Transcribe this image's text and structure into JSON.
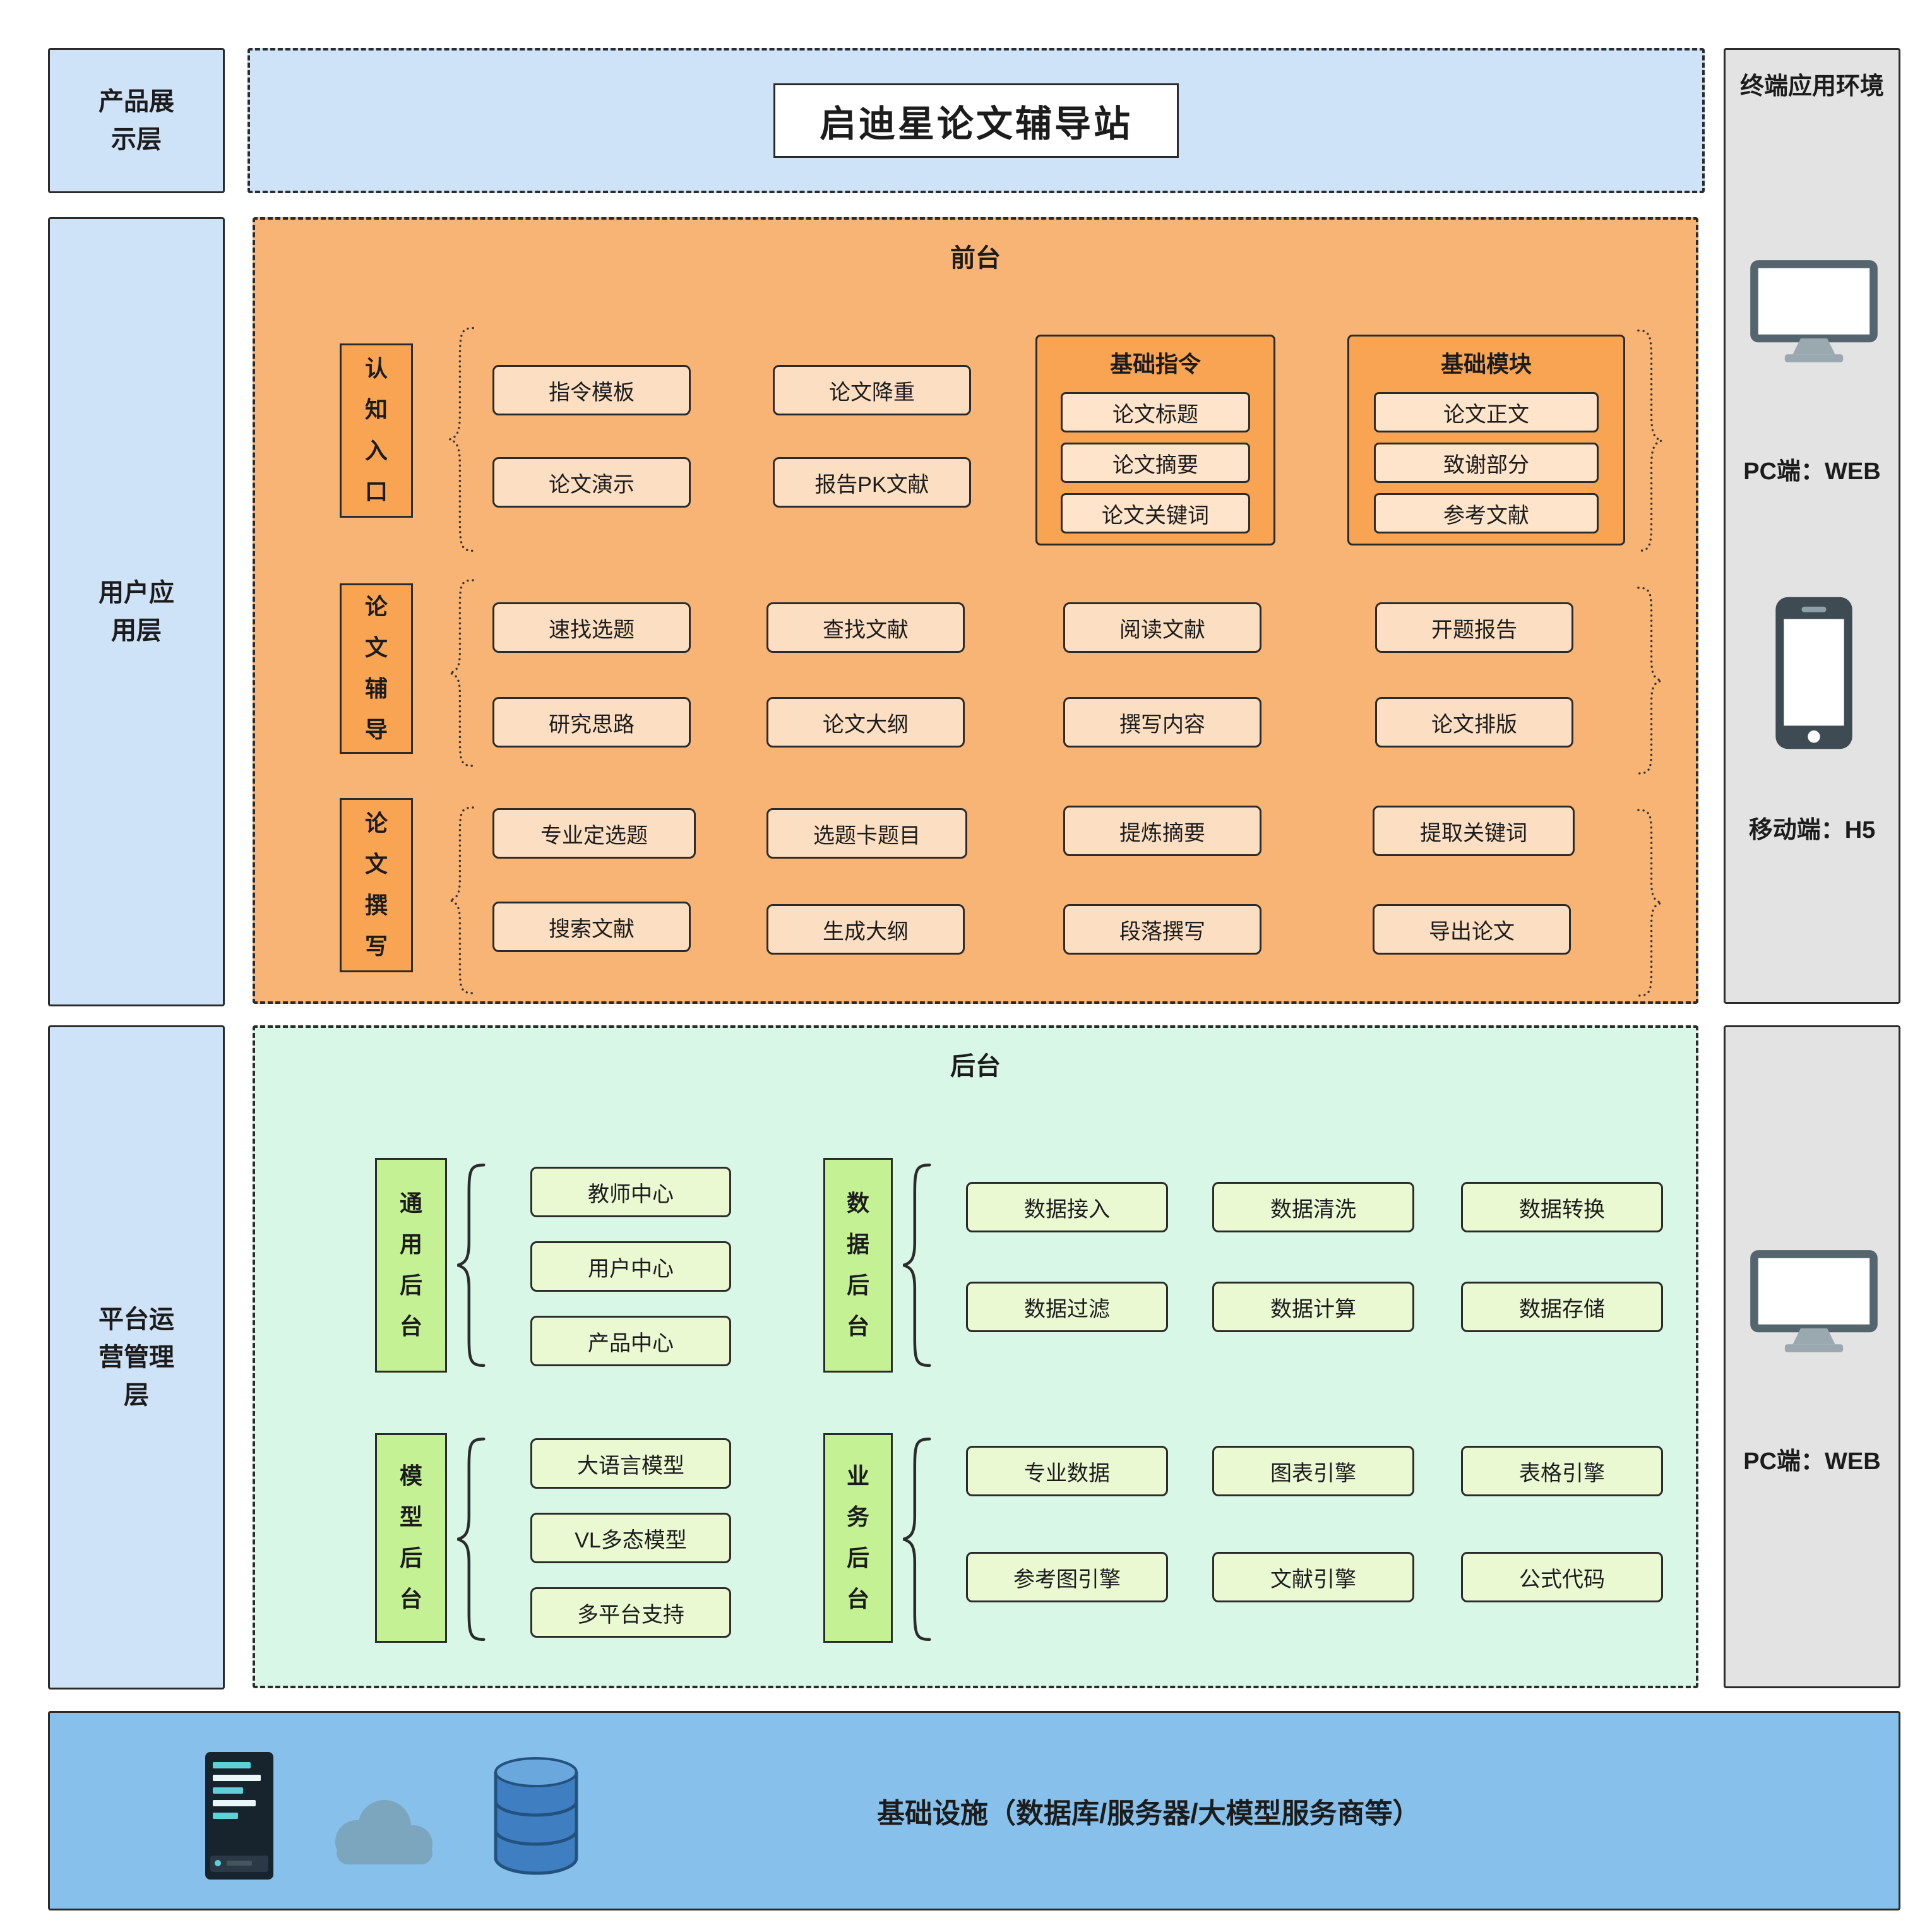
{
  "title": "启迪星论文辅导站",
  "layers": {
    "product": "产品展示层",
    "user": "用户应用层",
    "platform": "平台运营管理层"
  },
  "frontend": {
    "label": "前台",
    "rows": [
      {
        "label": "认知入口",
        "items": [
          "指令模板",
          "论文演示",
          "论文降重",
          "报告PK文献"
        ],
        "groups": [
          {
            "label": "基础指令",
            "items": [
              "论文标题",
              "论文摘要",
              "论文关键词"
            ]
          },
          {
            "label": "基础模块",
            "items": [
              "论文正文",
              "致谢部分",
              "参考文献"
            ]
          }
        ]
      },
      {
        "label": "论文辅导",
        "items": [
          "速找选题",
          "研究思路",
          "查找文献",
          "论文大纲",
          "阅读文献",
          "撰写内容",
          "开题报告",
          "论文排版"
        ]
      },
      {
        "label": "论文撰写",
        "items": [
          "专业定选题",
          "搜索文献",
          "选题卡题目",
          "生成大纲",
          "提炼摘要",
          "段落撰写",
          "提取关键词",
          "导出论文"
        ]
      }
    ]
  },
  "backend": {
    "label": "后台",
    "groups": [
      {
        "label": "通用后台",
        "items": [
          "教师中心",
          "用户中心",
          "产品中心"
        ]
      },
      {
        "label": "数据后台",
        "items": [
          "数据接入",
          "数据清洗",
          "数据转换",
          "数据过滤",
          "数据计算",
          "数据存储"
        ]
      },
      {
        "label": "模型后台",
        "items": [
          "大语言模型",
          "VL多态模型",
          "多平台支持"
        ]
      },
      {
        "label": "业务后台",
        "items": [
          "专业数据",
          "图表引擎",
          "表格引擎",
          "参考图引擎",
          "文献引擎",
          "公式代码"
        ]
      }
    ]
  },
  "terminal": {
    "title": "终端应用环境",
    "pc_label": "PC端：WEB",
    "mobile_label": "移动端：H5",
    "pc_label_bottom": "PC端：WEB"
  },
  "infrastructure": {
    "label": "基础设施（数据库/服务器/大模型服务商等）"
  },
  "colors": {
    "layer_blue": "#cfe3f8",
    "frontend_orange": "#f8b475",
    "frontend_item": "#fcdfc2",
    "frontend_group": "#f8a452",
    "backend_green": "#d8f7e6",
    "backend_label_green": "#c4f194",
    "backend_item": "#ebf9d3",
    "terminal_gray": "#e3e3e3",
    "infra_blue": "#87c0ea",
    "border_dark": "#2b2b2b"
  }
}
